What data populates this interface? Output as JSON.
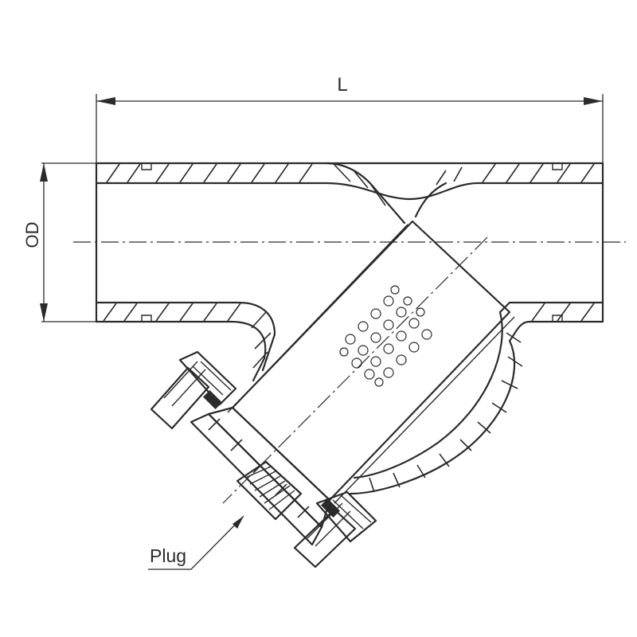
{
  "diagram": {
    "labels": {
      "length": "L",
      "outer_diameter": "OD",
      "plug": "Plug"
    }
  }
}
